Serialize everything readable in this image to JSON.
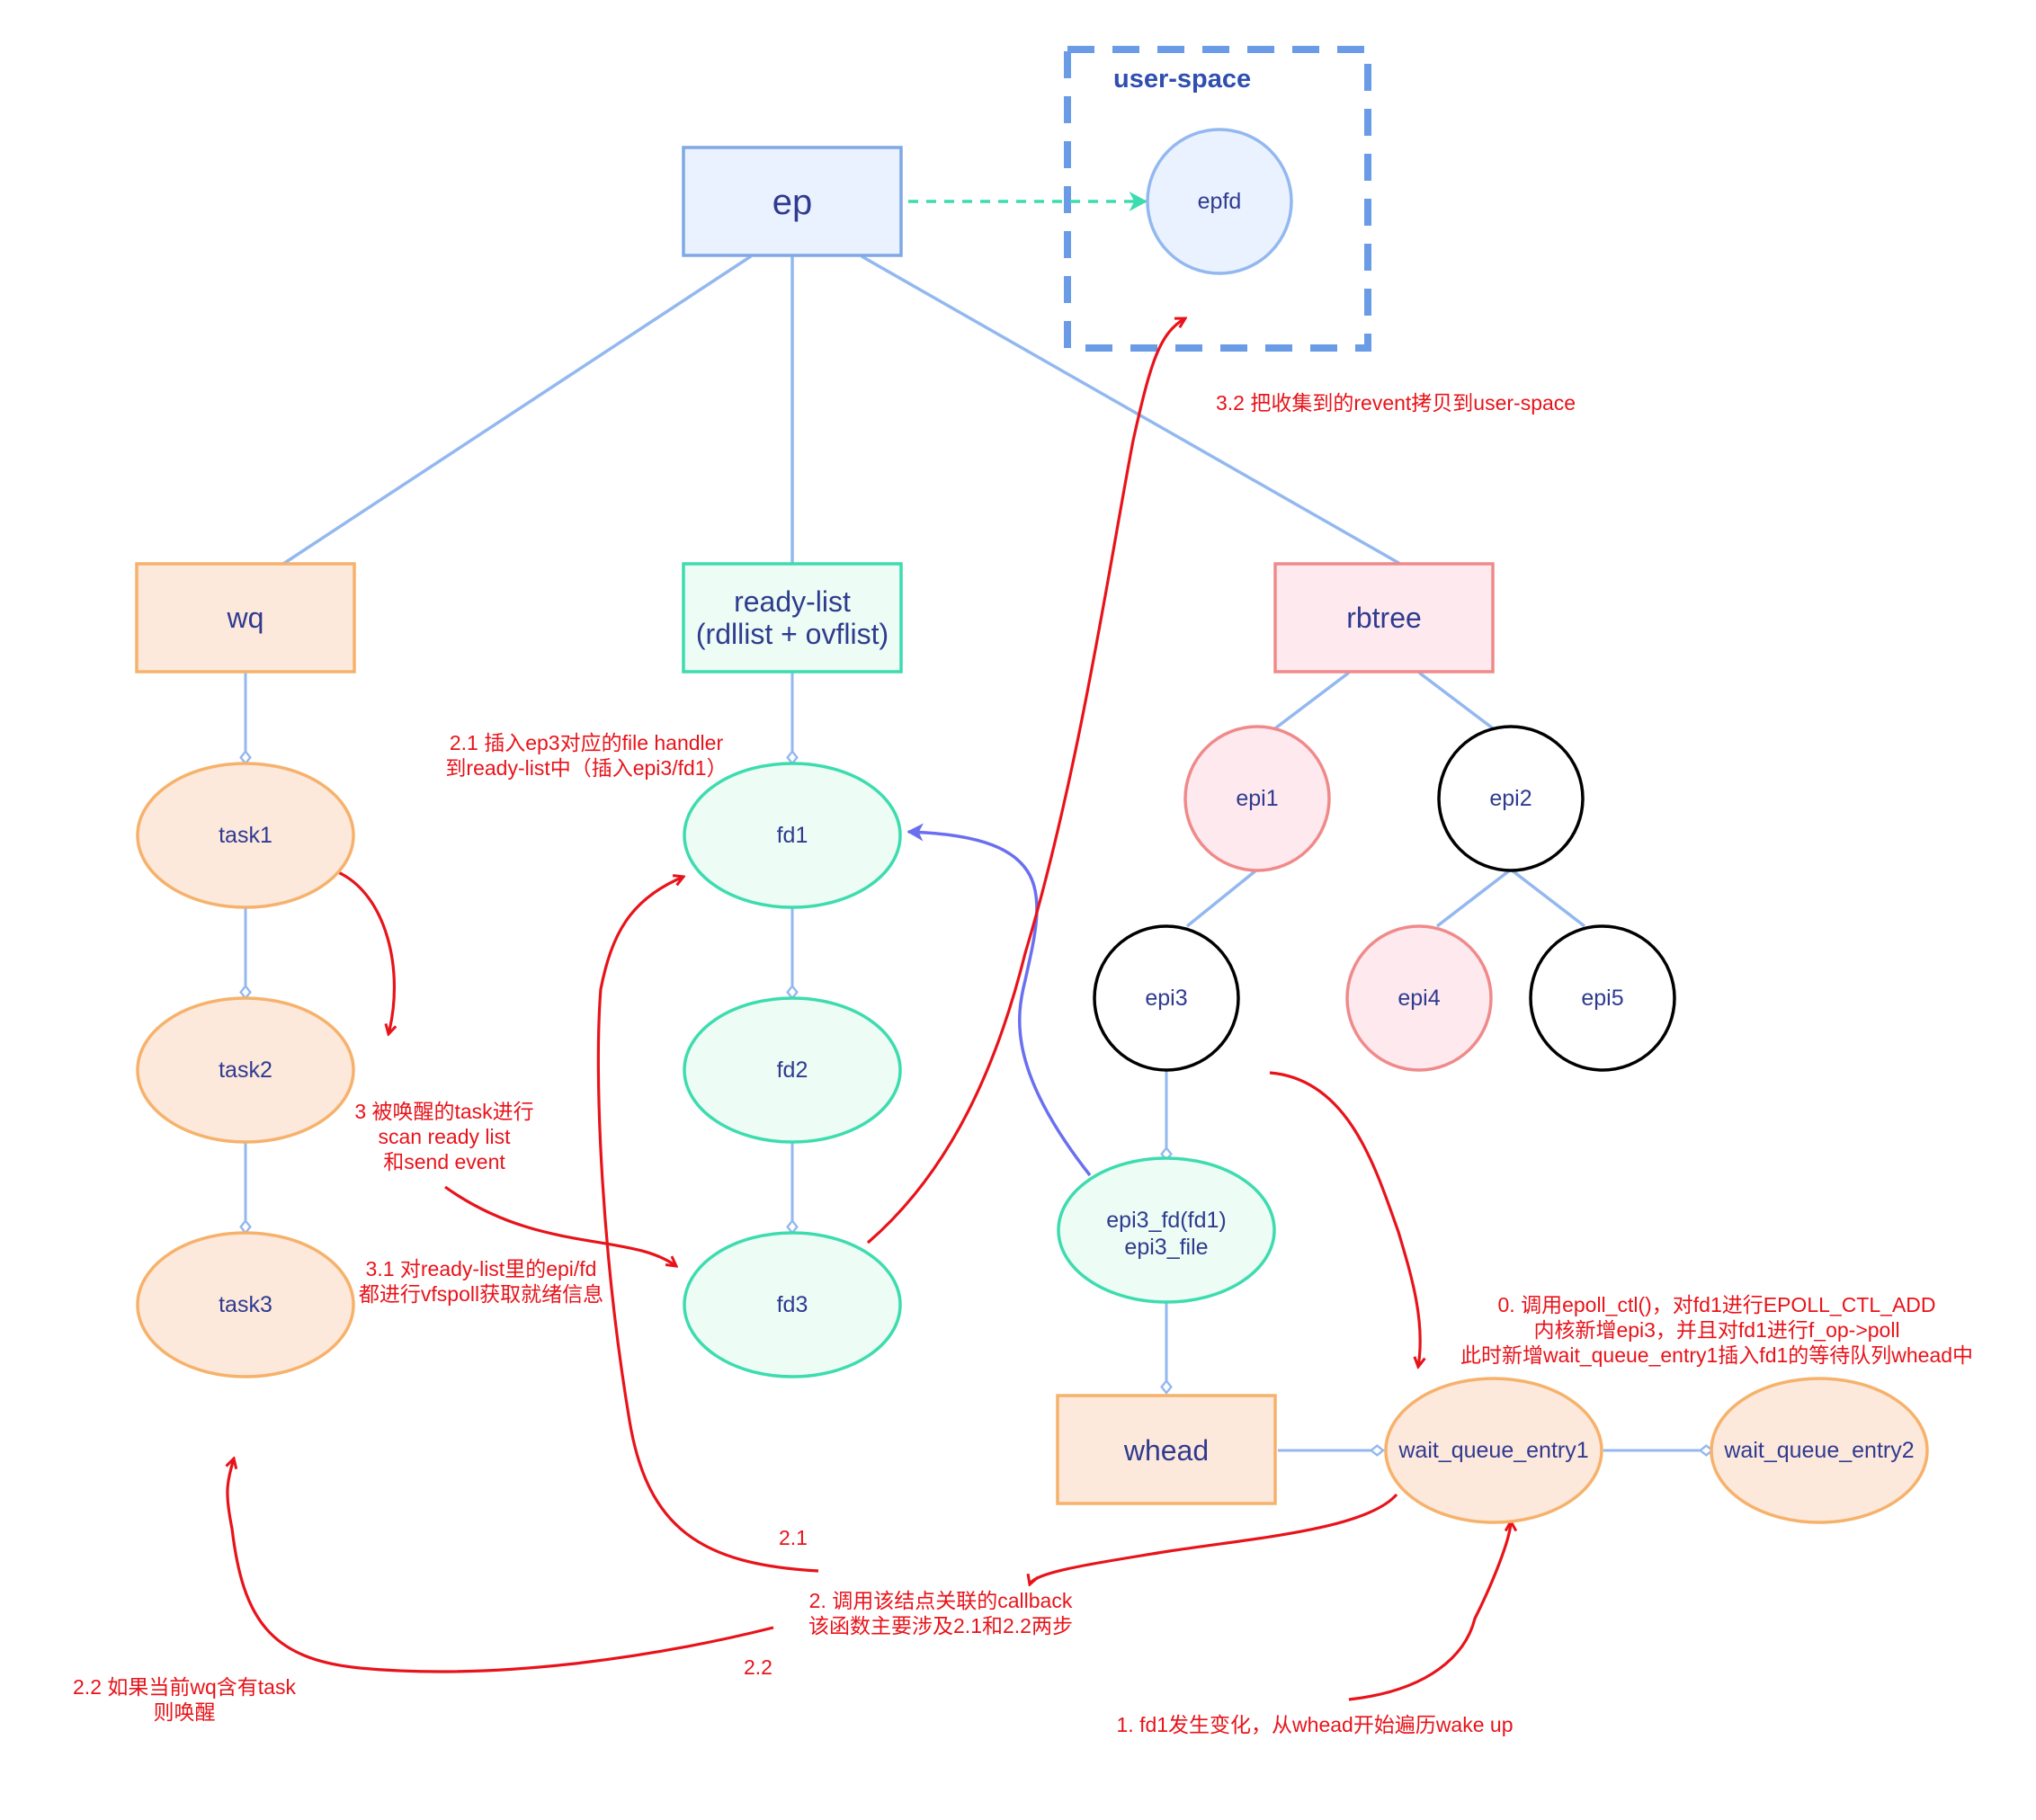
{
  "colors": {
    "tree_line": "#93b8f0",
    "ep_fill": "#ebf2ff",
    "ep_stroke": "#7fa8e6",
    "orange_fill": "#fde8dc",
    "orange_stroke": "#f6b26b",
    "green_fill": "#edfcf4",
    "green_stroke": "#3ddcaf",
    "pink_fill": "#fde9ee",
    "pink_stroke": "#f08a8a",
    "black_stroke": "#000000",
    "red": "#e8131a",
    "purple": "#6a6ff0",
    "teal_dash": "#3ddcaf",
    "userspace_dash": "#6a9be6"
  },
  "userspace": {
    "label": "user-space"
  },
  "nodes": {
    "ep": "ep",
    "epfd": "epfd",
    "wq": "wq",
    "ready_list_1": "ready-list",
    "ready_list_2": "(rdllist + ovflist)",
    "rbtree": "rbtree",
    "task1": "task1",
    "task2": "task2",
    "task3": "task3",
    "fd1": "fd1",
    "fd2": "fd2",
    "fd3": "fd3",
    "epi1": "epi1",
    "epi2": "epi2",
    "epi3": "epi3",
    "epi4": "epi4",
    "epi5": "epi5",
    "epi3_fd_1": "epi3_fd(fd1)",
    "epi3_fd_2": "epi3_file",
    "whead": "whead",
    "wait_queue_entry1": "wait_queue_entry1",
    "wait_queue_entry2": "wait_queue_entry2"
  },
  "annotations": {
    "a32": "3.2 把收集到的revent拷贝到user-space",
    "a21_1": "2.1 插入ep3对应的file handler",
    "a21_2": "到ready-list中（插入epi3/fd1）",
    "a3_1": "3 被唤醒的task进行",
    "a3_2": "scan ready list",
    "a3_3": "和send event",
    "a31_1": "3.1 对ready-list里的epi/fd",
    "a31_2": "都进行vfspoll获取就绪信息",
    "a0_1": "0. 调用epoll_ctl()，对fd1进行EPOLL_CTL_ADD",
    "a0_2": "内核新增epi3，并且对fd1进行f_op->poll",
    "a0_3": "此时新增wait_queue_entry1插入fd1的等待队列whead中",
    "a21_short": "2.1",
    "a2_1": "2. 调用该结点关联的callback",
    "a2_2": "该函数主要涉及2.1和2.2两步",
    "a22_short": "2.2",
    "a22_1": "2.2 如果当前wq含有task",
    "a22_2": "则唤醒",
    "a1": "1. fd1发生变化，从whead开始遍历wake up"
  }
}
